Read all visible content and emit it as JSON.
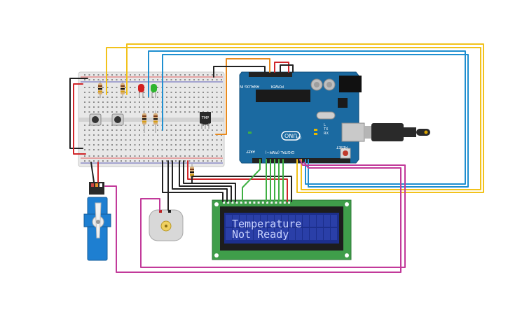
{
  "lcd": {
    "line1": "Temperature",
    "line2": "Not Ready"
  },
  "arduino": {
    "logo": "UNO",
    "label_digital": "DIGITAL (PWM~)",
    "label_analog": "ANALOG IN",
    "label_power": "POWER",
    "label_aref": "AREF",
    "label_on": "ON",
    "label_tx": "TX",
    "label_rx": "RX",
    "label_l": "L",
    "label_reset": "RESET"
  },
  "sensor": {
    "label": "TMP"
  },
  "colors": {
    "breadboard": "#e6e6e6",
    "arduino_board": "#1b6aa1",
    "lcd_board": "#3f9e4a",
    "lcd_screen": "#1c2f8c",
    "servo_body": "#1e7fd1",
    "wire_yellow": "#f2c21b",
    "wire_blue": "#1f8fd0",
    "wire_orange": "#e88a1e",
    "wire_red": "#d0262a",
    "wire_black": "#222222",
    "wire_green": "#3fb043",
    "wire_magenta": "#c23a9a",
    "led_red": "#d21f1f",
    "led_green": "#2fb52f"
  }
}
